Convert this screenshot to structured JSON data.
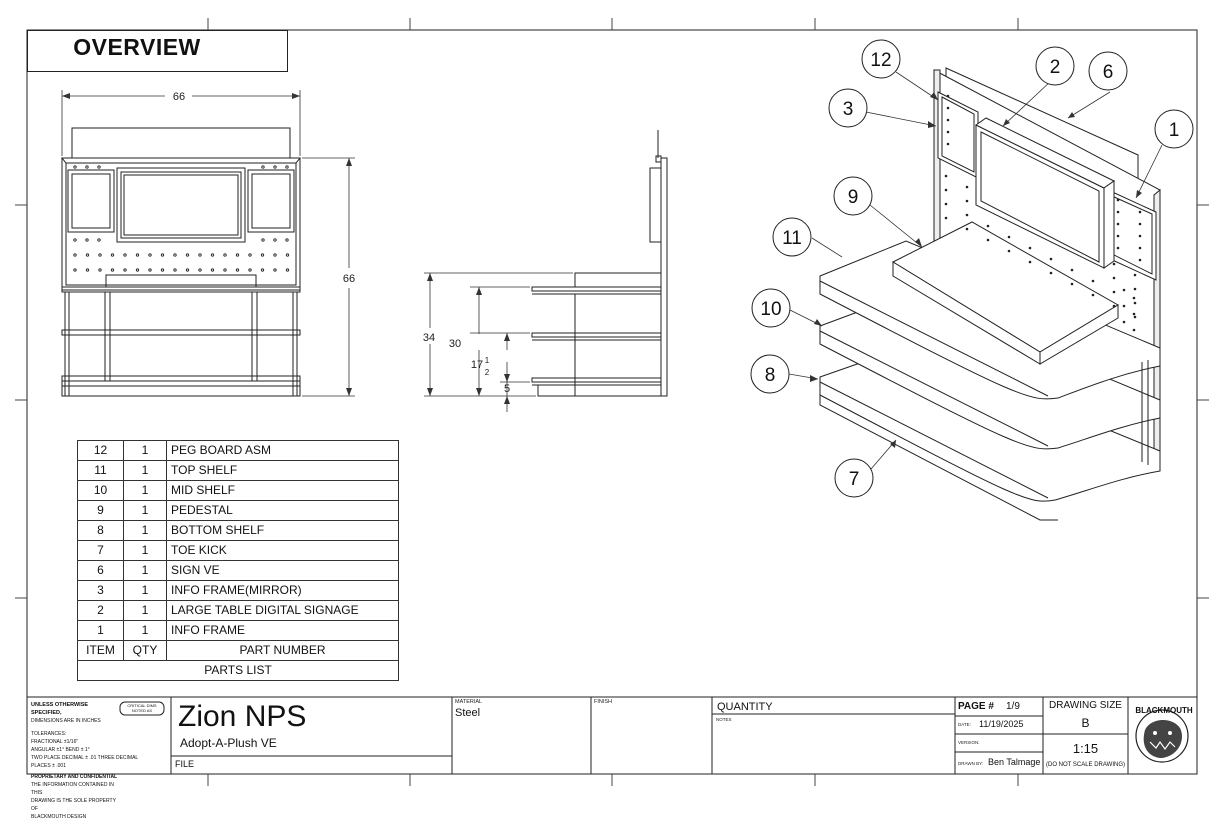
{
  "sheet": {
    "overview_title": "OVERVIEW"
  },
  "dimensions": {
    "front_width": "66",
    "front_height": "66",
    "side_34": "34",
    "side_30": "30",
    "side_17": "17",
    "side_17_num": "1",
    "side_17_den": "2",
    "side_5": "5"
  },
  "balloons": [
    "12",
    "2",
    "6",
    "3",
    "1",
    "9",
    "11",
    "10",
    "8",
    "7"
  ],
  "parts_list": {
    "title": "PARTS LIST",
    "headers": {
      "item": "ITEM",
      "qty": "QTY",
      "part": "PART NUMBER"
    },
    "rows": [
      {
        "item": "12",
        "qty": "1",
        "part": "PEG BOARD ASM"
      },
      {
        "item": "11",
        "qty": "1",
        "part": "TOP SHELF"
      },
      {
        "item": "10",
        "qty": "1",
        "part": "MID SHELF"
      },
      {
        "item": "9",
        "qty": "1",
        "part": "PEDESTAL"
      },
      {
        "item": "8",
        "qty": "1",
        "part": "BOTTOM SHELF"
      },
      {
        "item": "7",
        "qty": "1",
        "part": "TOE KICK"
      },
      {
        "item": "6",
        "qty": "1",
        "part": "SIGN VE"
      },
      {
        "item": "3",
        "qty": "1",
        "part": "INFO FRAME(MIRROR)"
      },
      {
        "item": "2",
        "qty": "1",
        "part": "LARGE TABLE DIGITAL SIGNAGE"
      },
      {
        "item": "1",
        "qty": "1",
        "part": "INFO FRAME"
      }
    ]
  },
  "title_block": {
    "notes_heading": "UNLESS OTHERWISE SPECIFIED,",
    "notes_line2": "DIMENSIONS ARE IN INCHES",
    "tol_heading": "TOLERANCES:",
    "tol_1": "FRACTIONAL ±1/16\"",
    "tol_2": "ANGULAR ±1°  BEND ± 1°",
    "tol_3": "TWO PLACE DECIMAL  ± .01  THREE DECIMAL",
    "tol_4": "PLACES ± .001",
    "prop_heading": "PROPRIETARY AND CONFIDENTIAL",
    "prop_1": "THE INFORMATION CONTAINED IN THIS",
    "prop_2": "DRAWING IS THE SOLE PROPERTY OF",
    "prop_3": "BLACKMOUTH DESIGN",
    "critical_1": "CRITICAL DIMS",
    "critical_2": "NOTED AS",
    "project": "Zion NPS",
    "subtitle": "Adopt-A-Plush VE",
    "file_label": "FILE",
    "material_label": "MATERIAL",
    "material": "Steel",
    "finish_label": "FINISH",
    "quantity_label": "QUANTITY",
    "notes_label": "NOTES",
    "page_label": "PAGE #",
    "page": "1/9",
    "date_label": "DATE:",
    "date": "11/19/2025",
    "version_label": "VERSION:",
    "drawn_label": "DRAWN BY:",
    "drawn_by": "Ben Talmage",
    "size_label": "DRAWING SIZE",
    "size": "B",
    "scale": "1:15",
    "scale_note": "(DO NOT SCALE DRAWING)",
    "logo_text": "BLACKMOUTH"
  }
}
